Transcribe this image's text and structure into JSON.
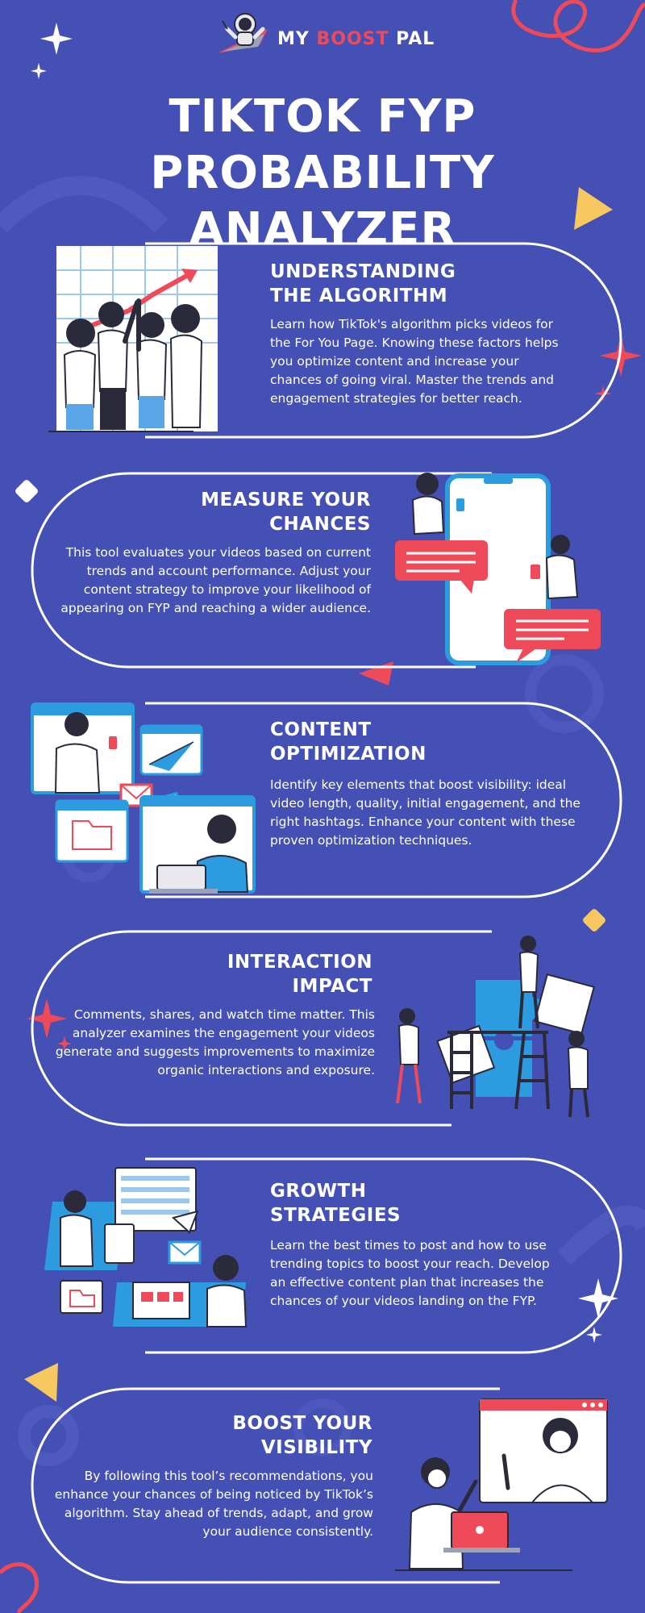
{
  "logo": {
    "word1": "MY ",
    "word2": "BOOST",
    "word3": " PAL"
  },
  "title": {
    "line1": "TIKTOK FYP PROBABILITY",
    "line2": "ANALYZER"
  },
  "sections": [
    {
      "heading1": "UNDERSTANDING",
      "heading2": "THE ALGORITHM",
      "body": "Learn how TikTok's algorithm picks videos for the For You Page. Knowing these factors helps you optimize content and increase your chances of going viral. Master the trends and engagement strategies for better reach."
    },
    {
      "heading1": "MEASURE YOUR",
      "heading2": "CHANCES",
      "body": "This tool evaluates your videos based on current trends and account performance. Adjust your content strategy to improve your likelihood of appearing on FYP and reaching a wider audience."
    },
    {
      "heading1": "CONTENT",
      "heading2": "OPTIMIZATION",
      "body": "Identify key elements that boost visibility: ideal video length, quality, initial engagement, and the right hashtags. Enhance your content with these proven optimization techniques."
    },
    {
      "heading1": "INTERACTION",
      "heading2": "IMPACT",
      "body": "Comments, shares, and watch time matter. This analyzer examines the engagement your videos generate and suggests improvements to maximize organic interactions and exposure."
    },
    {
      "heading1": "GROWTH",
      "heading2": "STRATEGIES",
      "body": "Learn the best times to post and how to use trending topics to boost your reach. Develop an effective content plan that increases the chances of your videos landing on the FYP."
    },
    {
      "heading1": "BOOST YOUR",
      "heading2": "VISIBILITY",
      "body": "By following this tool’s recommendations, you enhance your chances of being noticed by TikTok’s algorithm. Stay ahead of trends, adapt, and grow your audience consistently."
    }
  ],
  "colors": {
    "background": "#4450b4",
    "accent_red": "#ef4a5a",
    "accent_yellow": "#f6c85f",
    "accent_blue": "#2c9be0",
    "white": "#ffffff"
  }
}
